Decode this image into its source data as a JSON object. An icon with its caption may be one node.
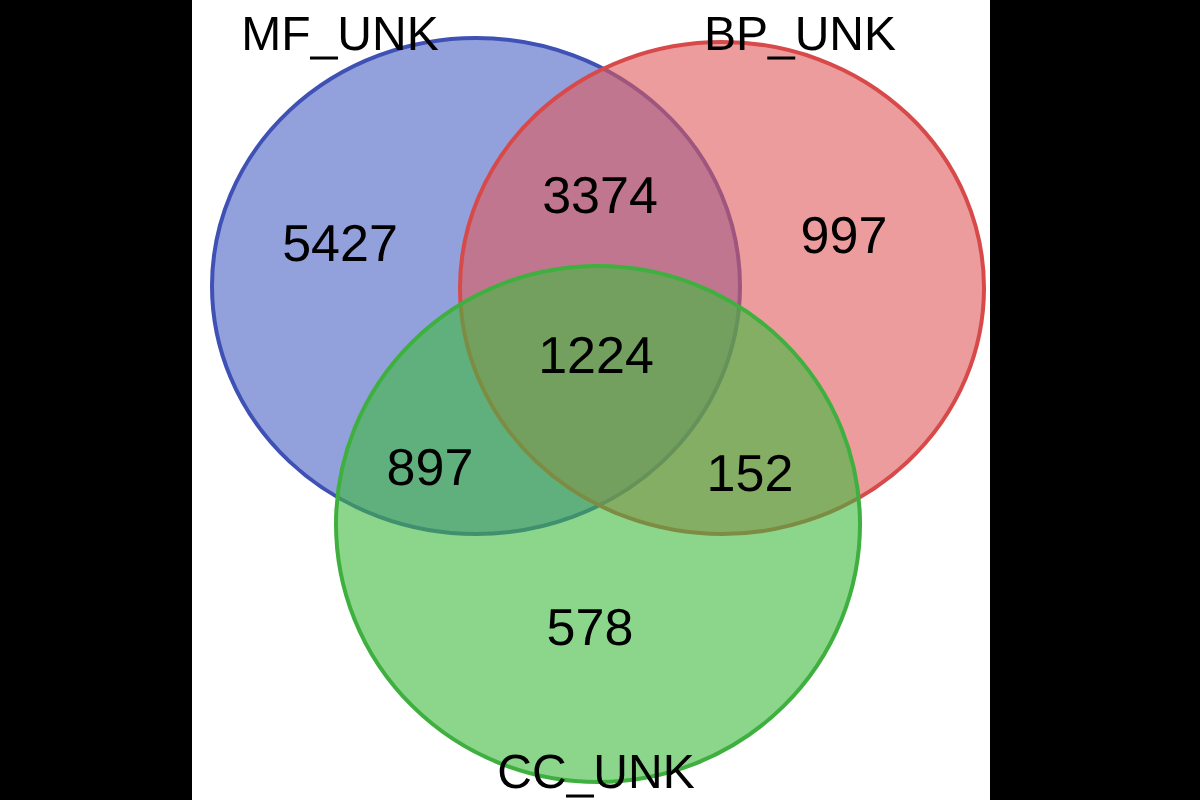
{
  "diagram": {
    "nodes": [
      {
        "text": [
          "MF_UNK"
        ]
      },
      {
        "text": [
          "BP_UNK"
        ]
      },
      {
        "text": [
          "CC_UNK"
        ]
      }
    ],
    "labels": [
      "5427",
      "3374",
      "997",
      "1224",
      "897",
      "152",
      "578"
    ]
  }
}
